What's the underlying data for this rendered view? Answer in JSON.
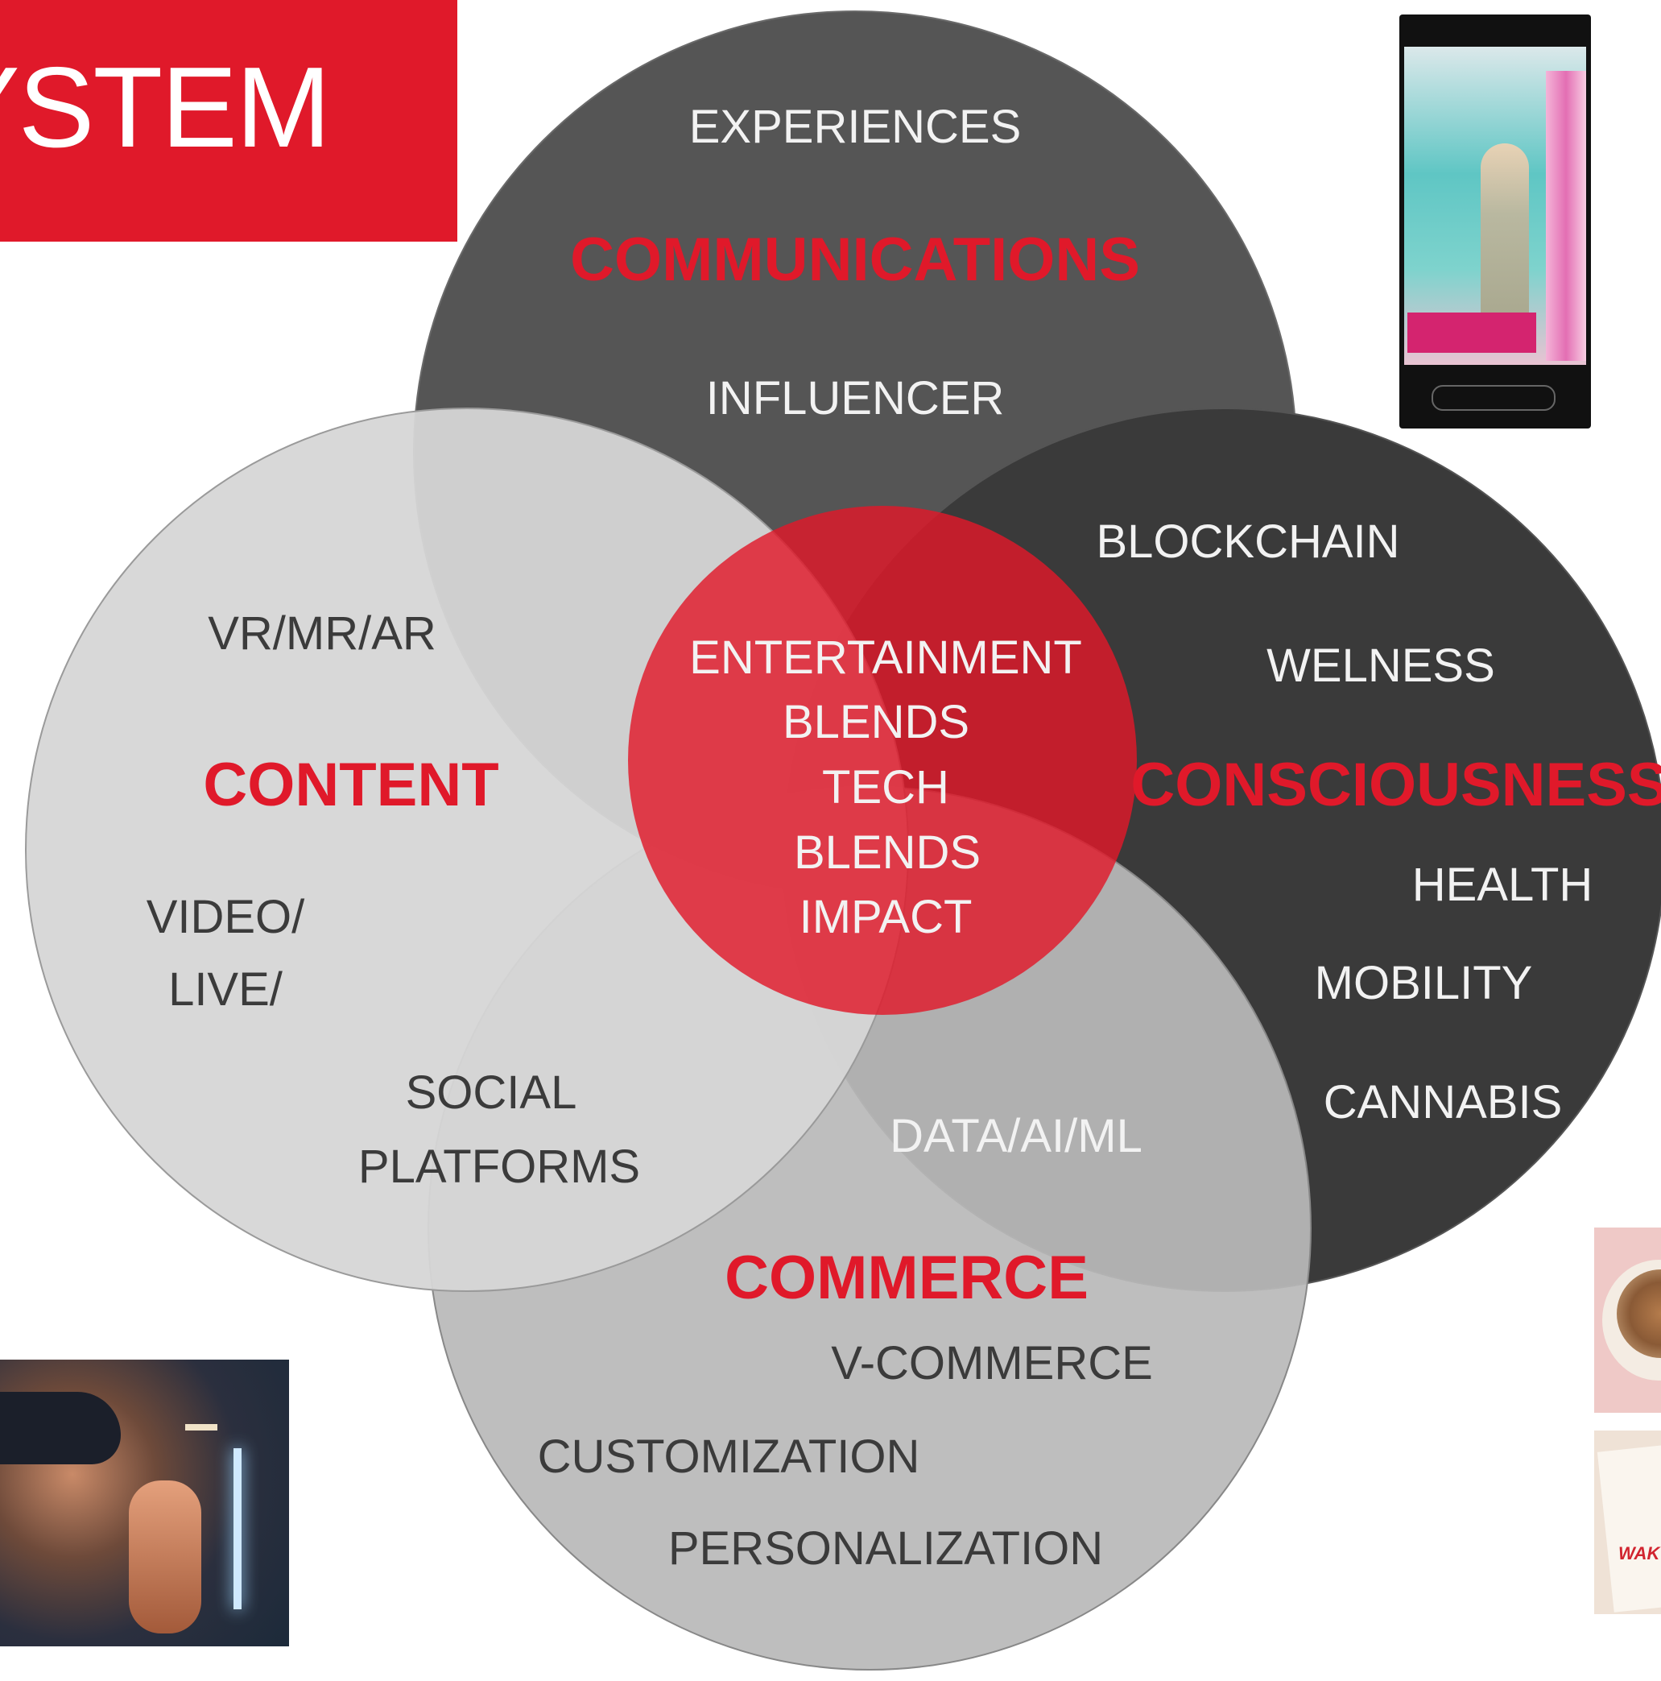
{
  "title": "YSTEM",
  "venn": {
    "center": {
      "lines": [
        "ENTERTAINMENT",
        "BLENDS",
        "TECH",
        "BLENDS",
        "IMPACT"
      ]
    },
    "communications": {
      "title": "COMMUNICATIONS",
      "items": [
        "EXPERIENCES",
        "INFLUENCER"
      ]
    },
    "content": {
      "title": "CONTENT",
      "items": [
        "VR/MR/AR",
        "VIDEO/",
        "LIVE/",
        "SOCIAL",
        "PLATFORMS"
      ]
    },
    "consciousness": {
      "title": "CONSCIOUSNESS",
      "items": [
        "BLOCKCHAIN",
        "WELNESS",
        "HEALTH",
        "MOBILITY",
        "CANNABIS"
      ]
    },
    "commerce": {
      "title": "COMMERCE",
      "items": [
        "DATA/AI/ML",
        "V-COMMERCE",
        "CUSTOMIZATION",
        "PERSONALIZATION"
      ]
    }
  },
  "thumbnails": {
    "food_card_text": "WAK"
  },
  "colors": {
    "accent": "#e0192a",
    "communications_circle": "#555555",
    "consciousness_circle": "#3a3a3a",
    "content_circle": "#d6d6d6",
    "commerce_circle": "#b9b9b9"
  }
}
